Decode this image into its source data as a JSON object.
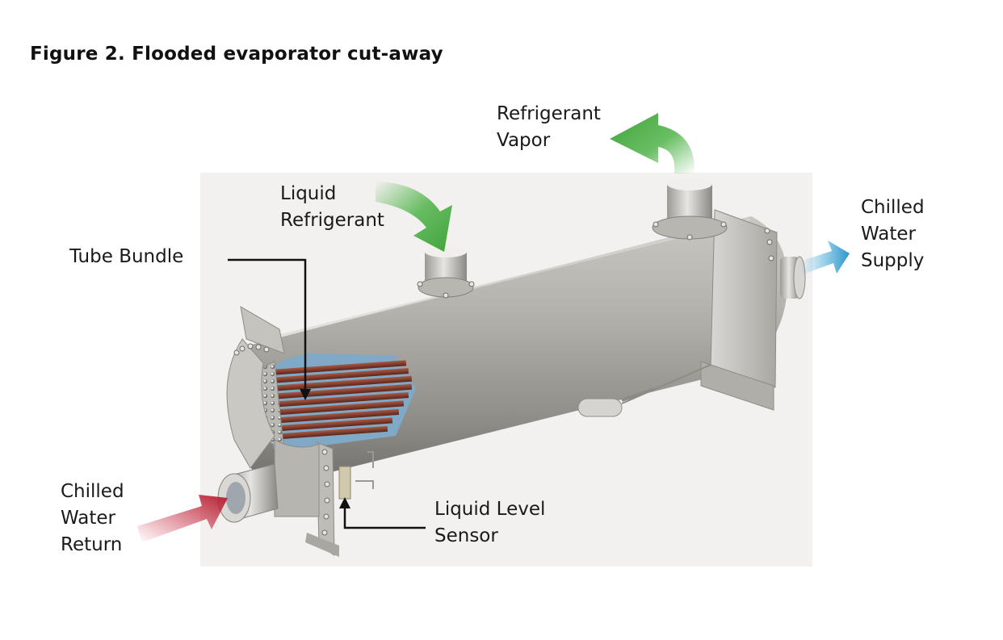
{
  "figure": {
    "title": "Figure 2. Flooded evaporator cut-away"
  },
  "labels": {
    "refrigerant_vapor": {
      "line1": "Refrigerant",
      "line2": "Vapor"
    },
    "liquid_refrigerant": {
      "line1": "Liquid",
      "line2": "Refrigerant"
    },
    "tube_bundle": {
      "line1": "Tube Bundle"
    },
    "chilled_water_supply": {
      "line1": "Chilled",
      "line2": "Water",
      "line3": "Supply"
    },
    "chilled_water_return": {
      "line1": "Chilled",
      "line2": "Water",
      "line3": "Return"
    },
    "liquid_level_sensor": {
      "line1": "Liquid Level",
      "line2": "Sensor"
    }
  },
  "colors": {
    "vapor_arrow": "#4fb248",
    "supply_arrow": "#3fa7d6",
    "return_arrow": "#c8283c",
    "shell": "#a8a6a0",
    "tubes": "#8a3a2a",
    "background_panel": "#f2f1ef"
  }
}
